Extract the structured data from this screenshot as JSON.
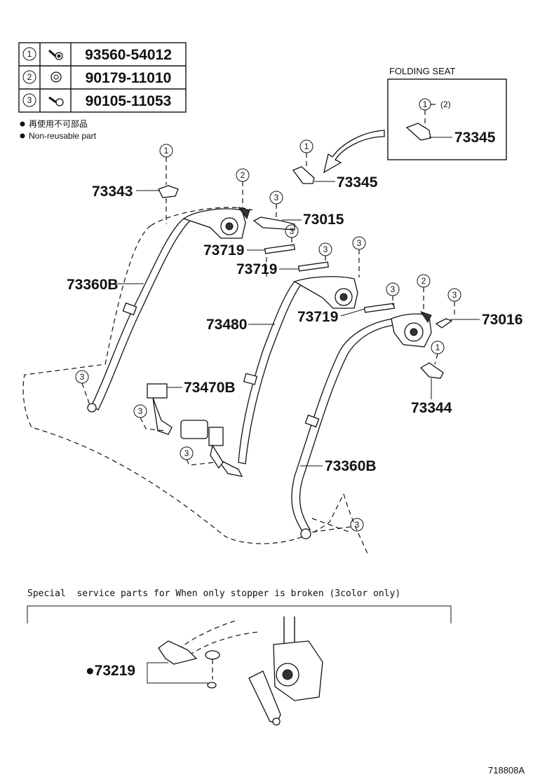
{
  "legend": {
    "rows": [
      {
        "num": "1",
        "part": "93560-54012"
      },
      {
        "num": "2",
        "part": "90179-11010"
      },
      {
        "num": "3",
        "part": "90105-11053"
      }
    ],
    "note_jp": "再使用不可部品",
    "note_en": "Non-reusable part"
  },
  "inset": {
    "title": "FOLDING SEAT",
    "callout_num": "1",
    "callout_extra": "(2)",
    "part": "73345"
  },
  "callouts": {
    "c_73343": "1",
    "c_73345": "1",
    "c_73015_nut": "2",
    "c_73015_bolt": "3",
    "c_73719a": "3",
    "c_73719b": "3",
    "c_73480": "3",
    "c_73719c": "3",
    "c_73016_nut": "2",
    "c_73016_bolt": "3",
    "c_73344": "1",
    "c_left_anchor": "3",
    "c_buckle_a": "3",
    "c_buckle_b": "3",
    "c_right_anchor": "3"
  },
  "labels": {
    "p73343": "73343",
    "p73345": "73345",
    "p73015": "73015",
    "p73719a": "73719",
    "p73719b": "73719",
    "p73360b_left": "73360B",
    "p73480": "73480",
    "p73719c": "73719",
    "p73016": "73016",
    "p73470b": "73470B",
    "p73344": "73344",
    "p73360b_right": "73360B"
  },
  "service": {
    "caption": "Special  service parts for When only stopper is broken (3color only)",
    "part": "●73219"
  },
  "footer": {
    "ref": "718808A"
  }
}
